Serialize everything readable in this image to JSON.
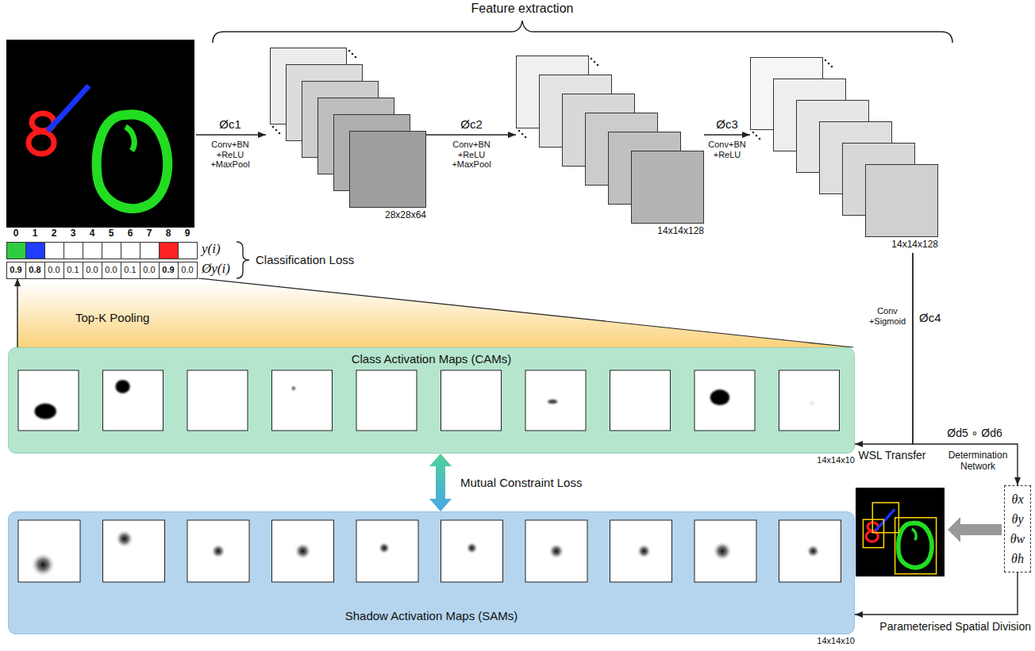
{
  "diagram": {
    "nodes": [
      {
        "text": [
          "28x28x64"
        ]
      },
      {
        "text": [
          "14x14x128"
        ]
      },
      {
        "text": [
          "14x14x128"
        ]
      },
      {
        "text": [
          "y(i)"
        ]
      },
      {
        "text": [
          "0.9",
          "0.8",
          "0.0",
          "0.1",
          "0.0",
          "0.0",
          "0.1",
          "0.0",
          "0.9",
          "0.0",
          "Øy(i)"
        ]
      },
      {
        "text": [
          "Class Activation Maps (CAMs)",
          "14x14x10"
        ]
      },
      {
        "text": [
          "θx",
          "θy",
          "θw",
          "θh"
        ]
      },
      {
        "text": [
          "Shadow Activation Maps (SAMs)",
          "14x14x10"
        ]
      }
    ],
    "edges": [
      {
        "from": 0,
        "to": 1,
        "arrow": "to",
        "label": "Øc2"
      },
      {
        "from": 1,
        "to": 2,
        "arrow": "to",
        "label": "Øc3"
      },
      {
        "from": 2,
        "to": 5,
        "arrow": "to",
        "label": "WSL Transfer"
      },
      {
        "from": 2,
        "to": 6,
        "arrow": "to",
        "label": "Ød5 ∘ Ød6"
      },
      {
        "from": 6,
        "to": 7,
        "arrow": "to",
        "label": "Parameterised Spatial Division"
      },
      {
        "from": 5,
        "to": 7,
        "arrow": "both",
        "label": "Mutual Constraint Loss"
      },
      {
        "from": 5,
        "to": 4,
        "arrow": "to",
        "label": "Top-K Pooling"
      }
    ],
    "labels": [
      "Feature extraction",
      "Øc1",
      "Conv+BN +ReLU +MaxPool",
      "Conv+BN +ReLU +MaxPool",
      "Conv+BN +ReLU",
      "Øc4",
      "Conv +Sigmoid",
      "Determination Network",
      "Classification Loss",
      "0",
      "1",
      "2",
      "3",
      "4",
      "5",
      "6",
      "7",
      "8",
      "9"
    ]
  }
}
